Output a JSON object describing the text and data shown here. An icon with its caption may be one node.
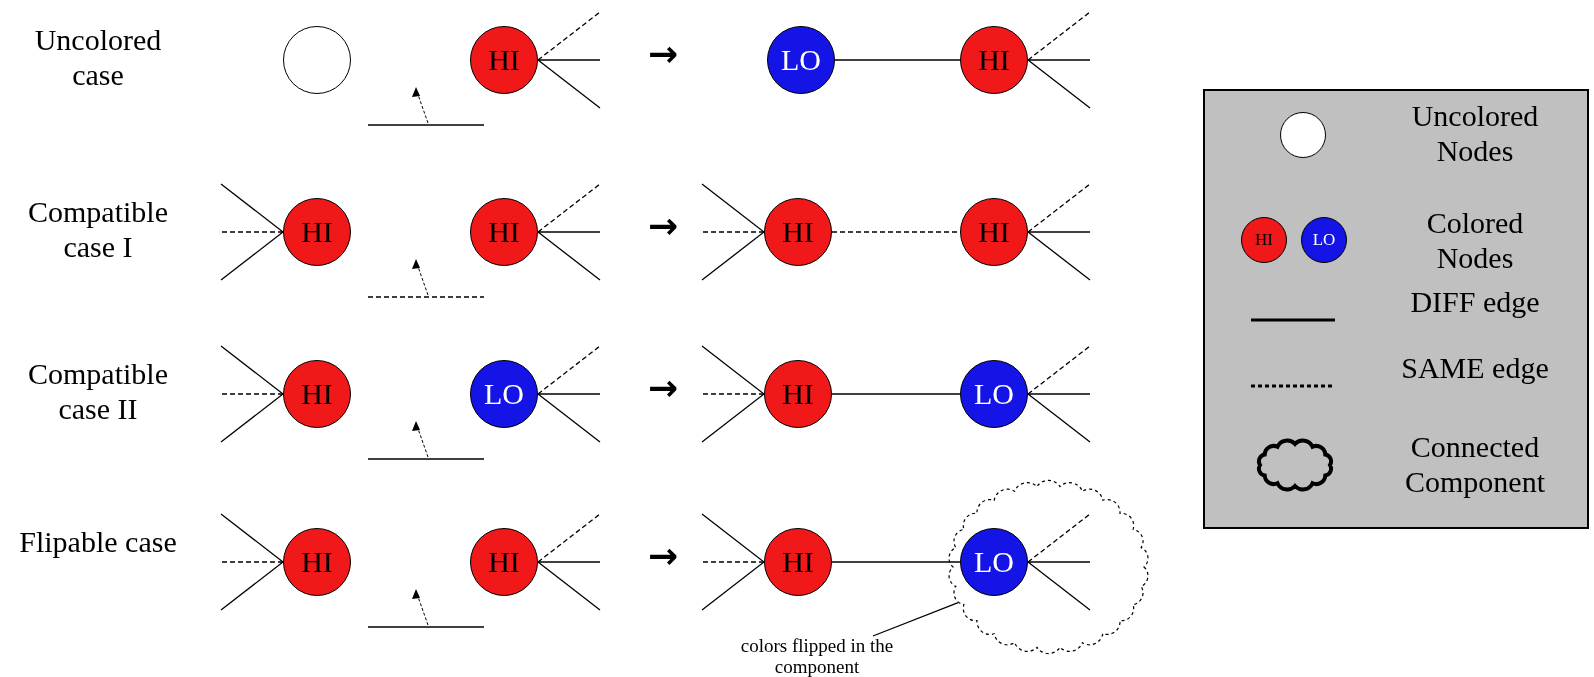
{
  "diagram": {
    "nodes": [
      {
        "text": [],
        "shape": "circle"
      },
      {
        "text": [
          "HI"
        ]
      },
      {
        "text": [
          "LO"
        ]
      },
      {
        "text": [
          "HI"
        ]
      },
      {
        "text": [
          "HI"
        ]
      },
      {
        "text": [
          "HI"
        ]
      },
      {
        "text": [
          "HI"
        ]
      },
      {
        "text": [
          "HI"
        ]
      },
      {
        "text": [
          "HI"
        ]
      },
      {
        "text": [
          "LO"
        ]
      },
      {
        "text": [
          "HI"
        ]
      },
      {
        "text": [
          "LO"
        ]
      },
      {
        "text": [
          "HI"
        ]
      },
      {
        "text": [
          "HI"
        ]
      },
      {
        "text": [
          "HI"
        ]
      },
      {
        "text": [],
        "shape": "cloud"
      },
      {
        "text": [
          "LO"
        ],
        "in": 15
      },
      {
        "text": [
          "colors flipped in the component"
        ]
      }
    ],
    "edges": [
      {
        "from": 1,
        "to": null,
        "arrow": "none",
        "style": "dashed"
      },
      {
        "from": 1,
        "to": null,
        "arrow": "none"
      },
      {
        "from": 1,
        "to": null,
        "arrow": "none"
      },
      {
        "from": 2,
        "to": 3,
        "arrow": "none"
      },
      {
        "from": 3,
        "to": null,
        "arrow": "none",
        "style": "dashed"
      },
      {
        "from": 3,
        "to": null,
        "arrow": "none"
      },
      {
        "from": 3,
        "to": null,
        "arrow": "none"
      },
      {
        "from": 4,
        "to": null,
        "arrow": "none"
      },
      {
        "from": 4,
        "to": null,
        "arrow": "none",
        "style": "dashed"
      },
      {
        "from": 4,
        "to": null,
        "arrow": "none"
      },
      {
        "from": 5,
        "to": null,
        "arrow": "none",
        "style": "dashed"
      },
      {
        "from": 5,
        "to": null,
        "arrow": "none"
      },
      {
        "from": 5,
        "to": null,
        "arrow": "none"
      },
      {
        "from": 6,
        "to": null,
        "arrow": "none"
      },
      {
        "from": 6,
        "to": null,
        "arrow": "none",
        "style": "dashed"
      },
      {
        "from": 6,
        "to": null,
        "arrow": "none"
      },
      {
        "from": 6,
        "to": 7,
        "arrow": "none",
        "style": "dashed"
      },
      {
        "from": 7,
        "to": null,
        "arrow": "none",
        "style": "dashed"
      },
      {
        "from": 7,
        "to": null,
        "arrow": "none"
      },
      {
        "from": 7,
        "to": null,
        "arrow": "none"
      },
      {
        "from": 8,
        "to": null,
        "arrow": "none"
      },
      {
        "from": 8,
        "to": null,
        "arrow": "none",
        "style": "dashed"
      },
      {
        "from": 8,
        "to": null,
        "arrow": "none"
      },
      {
        "from": 9,
        "to": null,
        "arrow": "none",
        "style": "dashed"
      },
      {
        "from": 9,
        "to": null,
        "arrow": "none"
      },
      {
        "from": 9,
        "to": null,
        "arrow": "none"
      },
      {
        "from": 10,
        "to": null,
        "arrow": "none"
      },
      {
        "from": 10,
        "to": null,
        "arrow": "none",
        "style": "dashed"
      },
      {
        "from": 10,
        "to": null,
        "arrow": "none"
      },
      {
        "from": 10,
        "to": 11,
        "arrow": "none"
      },
      {
        "from": 11,
        "to": null,
        "arrow": "none",
        "style": "dashed"
      },
      {
        "from": 11,
        "to": null,
        "arrow": "none"
      },
      {
        "from": 11,
        "to": null,
        "arrow": "none"
      },
      {
        "from": 12,
        "to": null,
        "arrow": "none"
      },
      {
        "from": 12,
        "to": null,
        "arrow": "none",
        "style": "dashed"
      },
      {
        "from": 12,
        "to": null,
        "arrow": "none"
      },
      {
        "from": 13,
        "to": null,
        "arrow": "none",
        "style": "dashed"
      },
      {
        "from": 13,
        "to": null,
        "arrow": "none"
      },
      {
        "from": 13,
        "to": null,
        "arrow": "none"
      },
      {
        "from": 14,
        "to": null,
        "arrow": "none"
      },
      {
        "from": 14,
        "to": null,
        "arrow": "none",
        "style": "dashed"
      },
      {
        "from": 14,
        "to": null,
        "arrow": "none"
      },
      {
        "from": 14,
        "to": 16,
        "arrow": "none"
      },
      {
        "from": 16,
        "to": null,
        "arrow": "none",
        "style": "dashed"
      },
      {
        "from": 16,
        "to": null,
        "arrow": "none"
      },
      {
        "from": 16,
        "to": null,
        "arrow": "none"
      },
      {
        "from": 17,
        "to": 15,
        "arrow": "none"
      }
    ],
    "labels": [
      "Uncolored case",
      "Compatible case I",
      "Compatible case II",
      "Flipable case",
      "→",
      "→",
      "→",
      "→",
      "HI",
      "LO"
    ],
    "legend": [
      {
        "text": "Uncolored Nodes"
      },
      {
        "text": "Colored Nodes"
      },
      {
        "text": "DIFF edge"
      },
      {
        "text": "SAME edge"
      },
      {
        "text": "Connected Component"
      }
    ]
  }
}
